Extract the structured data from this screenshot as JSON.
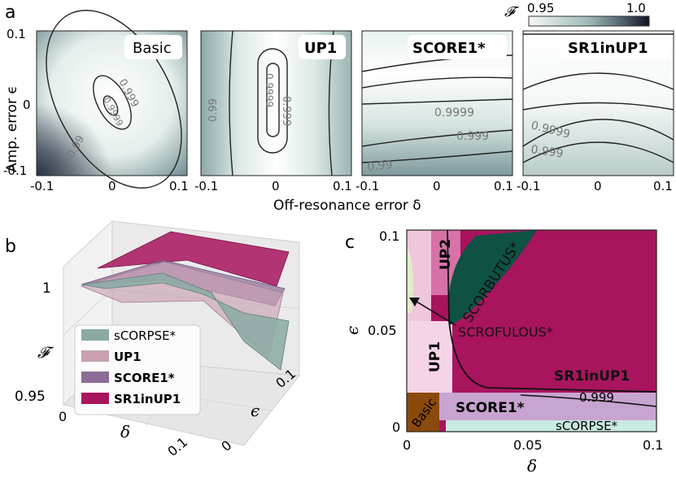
{
  "panel_letters": {
    "a": "a",
    "b": "b",
    "c": "c"
  },
  "colors": {
    "basic": "#8a4a0c",
    "up1": "#f4d4e6",
    "up2": "#d672a8",
    "score1": "#c8a4d0",
    "sr1inup1": "#a8145e",
    "scorbutus": "#0f5143",
    "scrofulous_region": "#e2ecc8",
    "scorpse": "#c8ebe2",
    "colorbar_high": "#161624",
    "colorbar_low": "#eef5f2"
  },
  "chart_data": [
    {
      "panel": "a",
      "type": "heatmap",
      "xlabel": "Off-resonance error δ",
      "ylabel": "Amp. error ϵ",
      "xlim": [
        -0.1,
        0.1
      ],
      "ylim": [
        -0.1,
        0.1
      ],
      "xticks": [
        "-0.1",
        "0",
        "0.1"
      ],
      "yticks": [
        "0.1",
        "0",
        "-0.1"
      ],
      "colorbar": {
        "label": "𝓕",
        "min": "0.95",
        "max": "1.0"
      },
      "subplots": [
        {
          "title": "Basic",
          "contours": [
            "0.99",
            "0.999",
            "0.9999"
          ]
        },
        {
          "title": "UP1",
          "contours": [
            "0.99",
            "0.999",
            "0.9999"
          ]
        },
        {
          "title": "SCORE1*",
          "contours": [
            "0.9999",
            "0.999",
            "0.99"
          ]
        },
        {
          "title": "SR1inUP1",
          "contours": [
            "0.9999",
            "0.999"
          ]
        }
      ]
    },
    {
      "panel": "b",
      "type": "area",
      "zlabel": "𝓕",
      "zticks": [
        "1",
        "0.95"
      ],
      "xlabel": "δ",
      "ylabel": "ϵ",
      "xticks": [
        "0",
        "0.1"
      ],
      "yticks": [
        "0",
        "0.1"
      ],
      "series": [
        {
          "name": "sCORPSE*"
        },
        {
          "name": "UP1"
        },
        {
          "name": "SCORE1*"
        },
        {
          "name": "SR1inUP1"
        }
      ]
    },
    {
      "panel": "c",
      "type": "heatmap",
      "xlabel": "δ",
      "ylabel": "ϵ",
      "xlim": [
        0,
        0.1
      ],
      "ylim": [
        0,
        0.1
      ],
      "xticks": [
        "0",
        "0.05",
        "0.1"
      ],
      "yticks": [
        "0.1",
        "0.05",
        "0"
      ],
      "regions": [
        {
          "name": "UP2"
        },
        {
          "name": "SCORBUTUS*"
        },
        {
          "name": "SCROFULOUS*"
        },
        {
          "name": "UP1"
        },
        {
          "name": "SR1inUP1"
        },
        {
          "name": "Basic"
        },
        {
          "name": "SCORE1*"
        },
        {
          "name": "sCORPSE*"
        }
      ],
      "contour_label": "0.999"
    }
  ]
}
